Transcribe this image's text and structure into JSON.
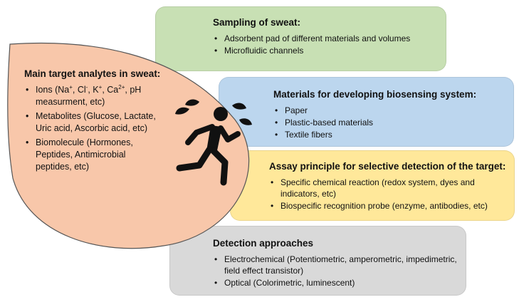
{
  "sampling": {
    "title": "Sampling of sweat:",
    "items": [
      "Adsorbent pad of different materials and volumes",
      "Microfluidic channels"
    ]
  },
  "materials": {
    "title": "Materials for developing biosensing system:",
    "items": [
      "Paper",
      "Plastic-based materials",
      "Textile fibers"
    ]
  },
  "assay": {
    "title": "Assay principle for selective detection of the target:",
    "items": [
      "Specific chemical reaction (redox system, dyes and indicators, etc)",
      "Biospecific recognition probe (enzyme, antibodies, etc)"
    ]
  },
  "detection": {
    "title": "Detection approaches",
    "items": [
      "Electrochemical (Potentiometric, amperometric, impedimetric, field effect transistor)",
      "Optical (Colorimetric, luminescent)"
    ]
  },
  "analytes": {
    "title": "Main target analytes in sweat:",
    "ions": {
      "prefix": "Ions (Na",
      "na_sup": "+",
      "cl": ", Cl",
      "cl_sup": "-",
      "k": ", K",
      "k_sup": "+",
      "ca": ", Ca",
      "ca_sup": "2+",
      "suffix": ", pH measurment, etc)"
    },
    "metabolites": "Metabolites (Glucose, Lactate, Uric acid, Ascorbic acid, etc)",
    "biomolecule": "Biomolecule (Hormones, Peptides, Antimicrobial peptides, etc)"
  },
  "colors": {
    "sampling": "#c8e0b4",
    "materials": "#bcd6ee",
    "assay": "#ffe89a",
    "detection": "#d9d9d9",
    "analytes": "#f8c7aa"
  },
  "icon": "running-person-sweating-icon"
}
